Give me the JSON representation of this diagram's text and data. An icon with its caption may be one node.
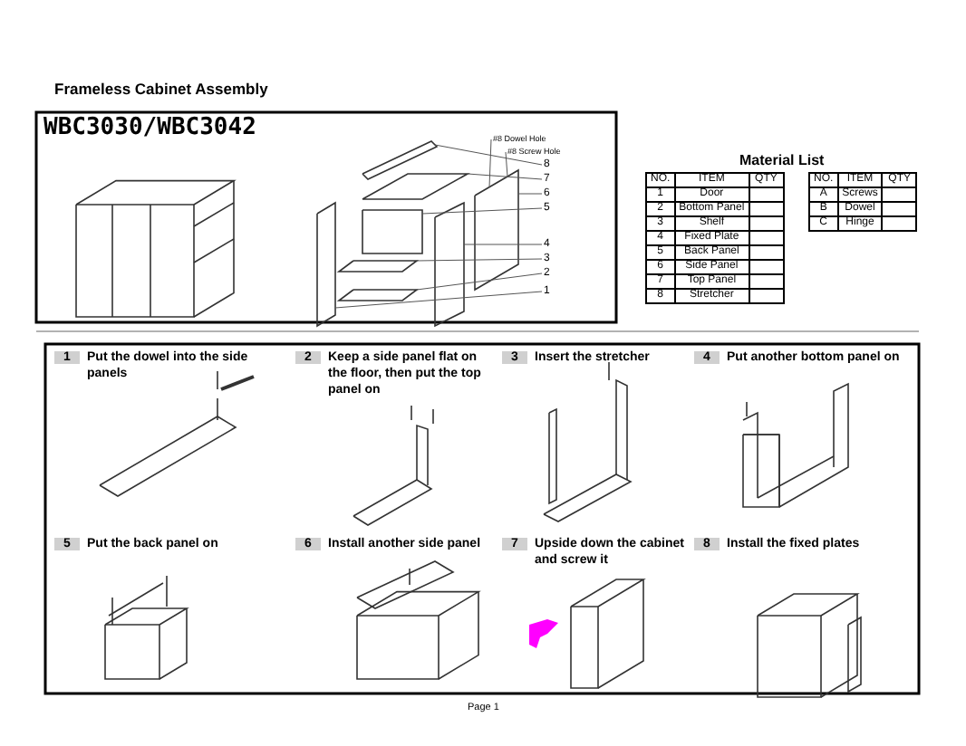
{
  "diagram": {
    "title": "Frameless Cabinet Assembly",
    "nodes": [
      {
        "text": [
          "#8 Dowel Hole"
        ]
      },
      {
        "text": [
          "#8 Screw Hole"
        ]
      },
      {
        "text": [
          "8"
        ]
      },
      {
        "text": [
          "7"
        ]
      },
      {
        "text": [
          "6"
        ]
      },
      {
        "text": [
          "5"
        ]
      },
      {
        "text": [
          "4"
        ]
      },
      {
        "text": [
          "3"
        ]
      },
      {
        "text": [
          "2"
        ]
      },
      {
        "text": [
          "1"
        ]
      },
      {
        "text": [],
        "shape": "picture"
      },
      {
        "text": [],
        "shape": "picture"
      },
      {
        "text": [],
        "shape": "picture"
      },
      {
        "text": [],
        "shape": "picture"
      },
      {
        "text": [],
        "shape": "picture"
      },
      {
        "text": [],
        "shape": "picture"
      },
      {
        "text": [],
        "shape": "picture"
      },
      {
        "text": [],
        "shape": "picture"
      }
    ],
    "edges": [
      {
        "from": 0,
        "to": 12,
        "arrow": "none"
      },
      {
        "from": 1,
        "to": 12,
        "arrow": "none"
      },
      {
        "from": 2,
        "to": 10,
        "arrow": "none"
      },
      {
        "from": 3,
        "to": 11,
        "arrow": "none"
      },
      {
        "from": 4,
        "to": 12,
        "arrow": "none"
      },
      {
        "from": 5,
        "to": 13,
        "arrow": "none"
      },
      {
        "from": 6,
        "to": 14,
        "arrow": "none"
      },
      {
        "from": 7,
        "to": 15,
        "arrow": "none"
      },
      {
        "from": 8,
        "to": 16,
        "arrow": "none"
      },
      {
        "from": 9,
        "to": 17,
        "arrow": "none"
      }
    ],
    "labels": [
      "WBC3030/WBC3042",
      "Material List",
      "NO.",
      "ITEM",
      "QTY",
      "NO.",
      "ITEM",
      "QTY",
      "1",
      "Door",
      "A",
      "Screws",
      "2",
      "Bottom Panel",
      "B",
      "Dowel",
      "3",
      "Shelf",
      "C",
      "Hinge",
      "4",
      "Fixed Plate",
      "5",
      "Back Panel",
      "6",
      "Side Panel",
      "7",
      "Top Panel",
      "8",
      "Stretcher",
      "1",
      "Put the dowel into the side panels",
      "2",
      "Keep a side panel flat on the floor, then put the top panel on",
      "3",
      "Insert the stretcher",
      "4",
      "Put another bottom panel on",
      "5",
      "Put the back panel on",
      "6",
      "Install another side panel",
      "7",
      "Upside down the cabinet and screw it",
      "8",
      "Install the fixed plates",
      "Page 1"
    ]
  }
}
